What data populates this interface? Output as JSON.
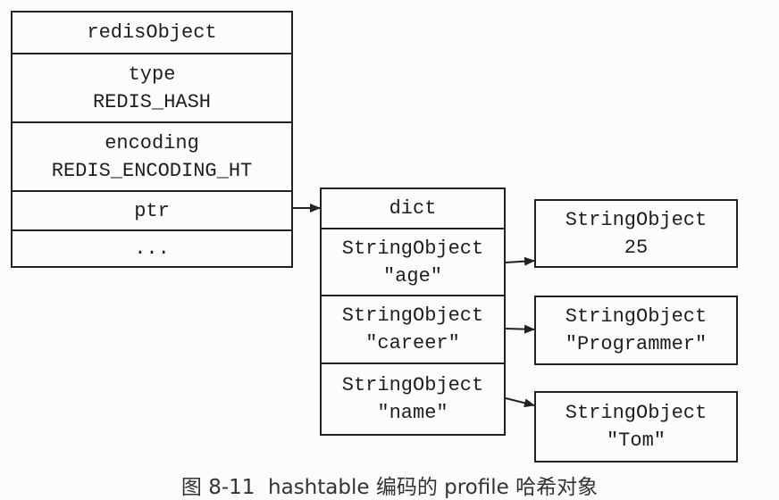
{
  "redis_object": {
    "header": "redisObject",
    "type_label": "type",
    "type_value": "REDIS_HASH",
    "encoding_label": "encoding",
    "encoding_value": "REDIS_ENCODING_HT",
    "ptr": "ptr",
    "more": "..."
  },
  "dict": {
    "header": "dict",
    "keys": [
      {
        "line1": "StringObject",
        "line2": "\"age\""
      },
      {
        "line1": "StringObject",
        "line2": "\"career\""
      },
      {
        "line1": "StringObject",
        "line2": "\"name\""
      }
    ]
  },
  "values": [
    {
      "line1": "StringObject",
      "line2": "25"
    },
    {
      "line1": "StringObject",
      "line2": "\"Programmer\""
    },
    {
      "line1": "StringObject",
      "line2": "\"Tom\""
    }
  ],
  "caption": "图 8-11  hashtable 编码的 profile 哈希对象"
}
